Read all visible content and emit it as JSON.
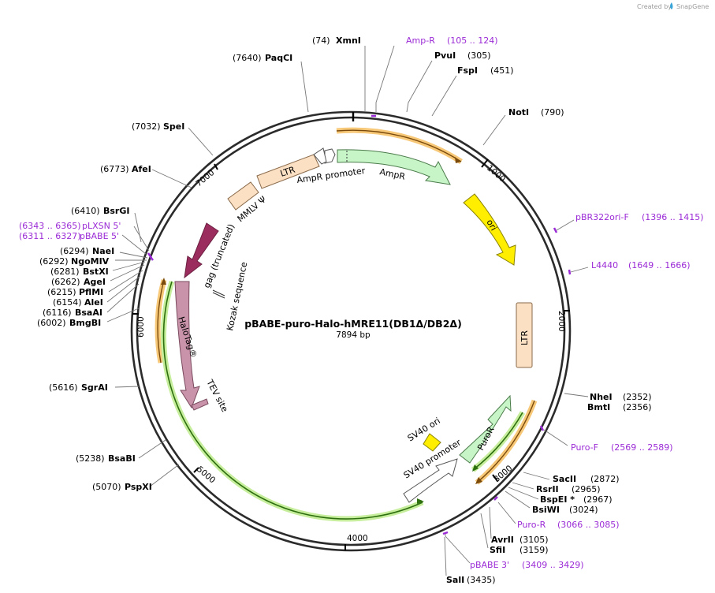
{
  "credit": {
    "text": "Created by",
    "brand": "SnapGene"
  },
  "plasmid": {
    "name": "pBABE-puro-Halo-hMRE11(DB1Δ/DB2Δ)",
    "size": "7894 bp"
  },
  "ticks": [
    "1000",
    "2000",
    "3000",
    "4000",
    "5000",
    "6000",
    "7000"
  ],
  "features": {
    "ampr_promoter": "AmpR promoter",
    "ampr": "AmpR",
    "ori": "ori",
    "ltr_right": "LTR",
    "puror": "PuroR",
    "sv40_promoter": "SV40 promoter",
    "sv40_ori": "SV40 ori",
    "ltr_left": "LTR",
    "mmlv": "MMLV Ψ",
    "gag": "gag (truncated)",
    "kozak": "Kozak sequence",
    "halotag": "HaloTag®",
    "tev": "TEV site"
  },
  "sites": [
    {
      "pos": "(74)",
      "name": "XmnI"
    },
    {
      "pos": "(105 .. 124)",
      "name": "Amp-R"
    },
    {
      "pos": "(305)",
      "name": "PvuI"
    },
    {
      "pos": "(451)",
      "name": "FspI"
    },
    {
      "pos": "(790)",
      "name": "NotI"
    },
    {
      "pos": "(1396 .. 1415)",
      "name": "pBR322ori-F"
    },
    {
      "pos": "(1649 .. 1666)",
      "name": "L4440"
    },
    {
      "pos": "(2352)",
      "name": "NheI"
    },
    {
      "pos": "(2356)",
      "name": "BmtI"
    },
    {
      "pos": "(2569 .. 2589)",
      "name": "Puro-F"
    },
    {
      "pos": "(2872)",
      "name": "SacII"
    },
    {
      "pos": "(2965)",
      "name": "RsrII"
    },
    {
      "pos": "(2967)",
      "name": "BspEI *"
    },
    {
      "pos": "(3024)",
      "name": "BsiWI"
    },
    {
      "pos": "(3066 .. 3085)",
      "name": "Puro-R"
    },
    {
      "pos": "(3105)",
      "name": "AvrII"
    },
    {
      "pos": "(3159)",
      "name": "SfiI"
    },
    {
      "pos": "(3409 .. 3429)",
      "name": "pBABE 3'"
    },
    {
      "pos": "(3435)",
      "name": "SalI"
    },
    {
      "pos": "(7640)",
      "name": "PaqCI"
    },
    {
      "pos": "(7032)",
      "name": "SpeI"
    },
    {
      "pos": "(6773)",
      "name": "AfeI"
    },
    {
      "pos": "(6410)",
      "name": "BsrGI"
    },
    {
      "pos": "(6343 .. 6365)",
      "name": "pLXSN 5'"
    },
    {
      "pos": "(6311 .. 6327)",
      "name": "pBABE 5'"
    },
    {
      "pos": "(6294)",
      "name": "NaeI"
    },
    {
      "pos": "(6292)",
      "name": "NgoMIV"
    },
    {
      "pos": "(6281)",
      "name": "BstXI"
    },
    {
      "pos": "(6262)",
      "name": "AgeI"
    },
    {
      "pos": "(6215)",
      "name": "PflMI"
    },
    {
      "pos": "(6154)",
      "name": "AleI"
    },
    {
      "pos": "(6116)",
      "name": "BsaAI"
    },
    {
      "pos": "(6002)",
      "name": "BmgBI"
    },
    {
      "pos": "(5616)",
      "name": "SgrAI"
    },
    {
      "pos": "(5238)",
      "name": "BsaBI"
    },
    {
      "pos": "(5070)",
      "name": "PspXI"
    }
  ],
  "colors": {
    "backbone": "#2b2b2b",
    "primer": "#9b2bd6",
    "ampr": "#c8f5c8",
    "ori": "#ffee00",
    "ltr": "#fbe0c4",
    "gag": "#9b2d5e",
    "halotag": "#c993a9",
    "orange_highlight": "#f7c877",
    "green_highlight": "#c6ee9c"
  }
}
